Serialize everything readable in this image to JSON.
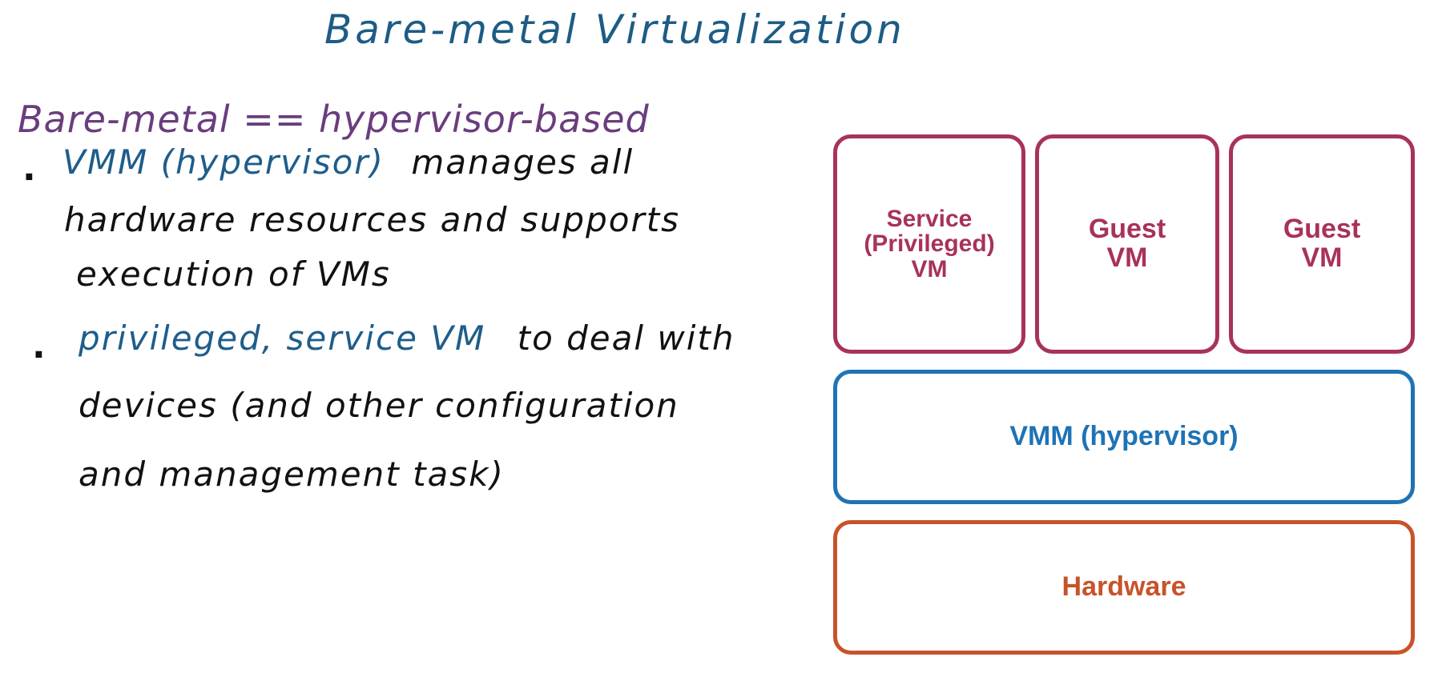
{
  "title": "Bare-metal Virtualization",
  "subtitle": "Bare-metal == hypervisor-based",
  "bullet1": {
    "highlight": "VMM (hypervisor)",
    "rest1": "manages all",
    "line2": "hardware resources and supports",
    "line3": "execution of VMs"
  },
  "bullet2": {
    "highlight": "privileged, service VM",
    "rest1": "to deal with",
    "line2": "devices (and other configuration",
    "line3": "and management task)"
  },
  "diagram": {
    "service_vm": "Service\n(Privileged)\nVM",
    "guest_vm_1": "Guest\nVM",
    "guest_vm_2": "Guest\nVM",
    "vmm": "VMM (hypervisor)",
    "hardware": "Hardware"
  },
  "colors": {
    "title": "#1d5c84",
    "subtitle": "#6a3d7e",
    "highlight": "#1e5d8a",
    "text": "#111111",
    "vm_box": "#a8325a",
    "vmm_box": "#1e73b4",
    "hardware_box": "#c8532a"
  }
}
